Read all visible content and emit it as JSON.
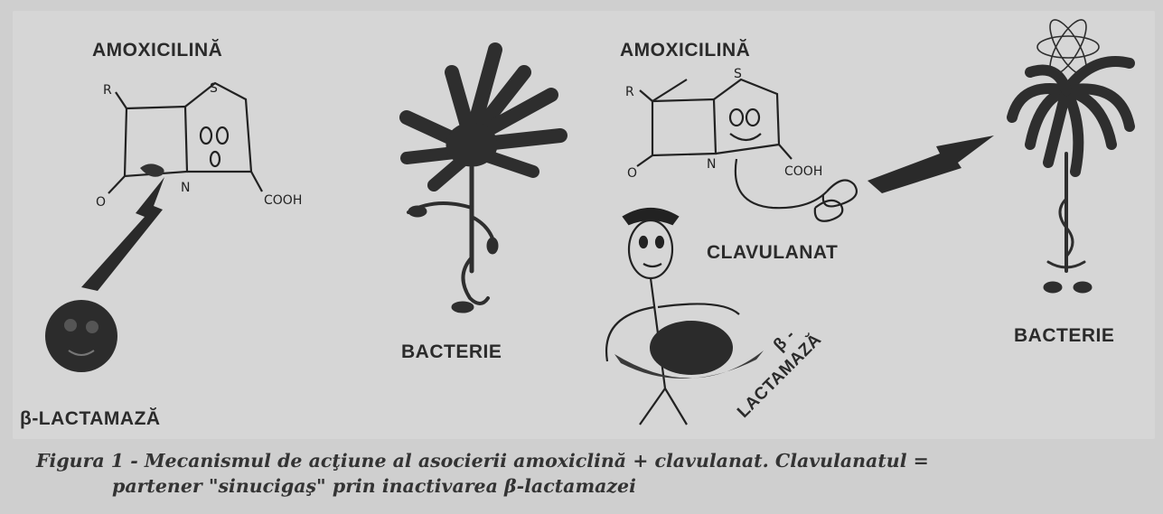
{
  "labels": {
    "amox_left": "AMOXICILINĂ",
    "amox_right": "AMOXICILINĂ",
    "bacterie_center": "BACTERIE",
    "bacterie_right": "BACTERIE",
    "clavulanat": "CLAVULANAT",
    "beta_lactamaza_left": "β-LACTAMAZĂ",
    "beta_prefix": "β -",
    "lactamaza_rotated": "LACTAMAZĂ"
  },
  "structure_text": {
    "r_left": "R",
    "s_left": "S",
    "o_left": "O",
    "n_left": "N",
    "cooh_left": "COOH",
    "r_right": "R",
    "s_right": "S",
    "o_right": "O",
    "n_right": "N",
    "cooh_right": "COOH"
  },
  "caption": {
    "line1": "Figura 1 - Mecanismul de acţiune al asocierii amoxiclină + clavulanat. Clavulanatul =",
    "line2": "partener \"sinucigaş\" prin inactivarea β-lactamazei"
  },
  "colors": {
    "background": "#d6d6d6",
    "ink": "#222222",
    "caption_ink": "#333333"
  }
}
